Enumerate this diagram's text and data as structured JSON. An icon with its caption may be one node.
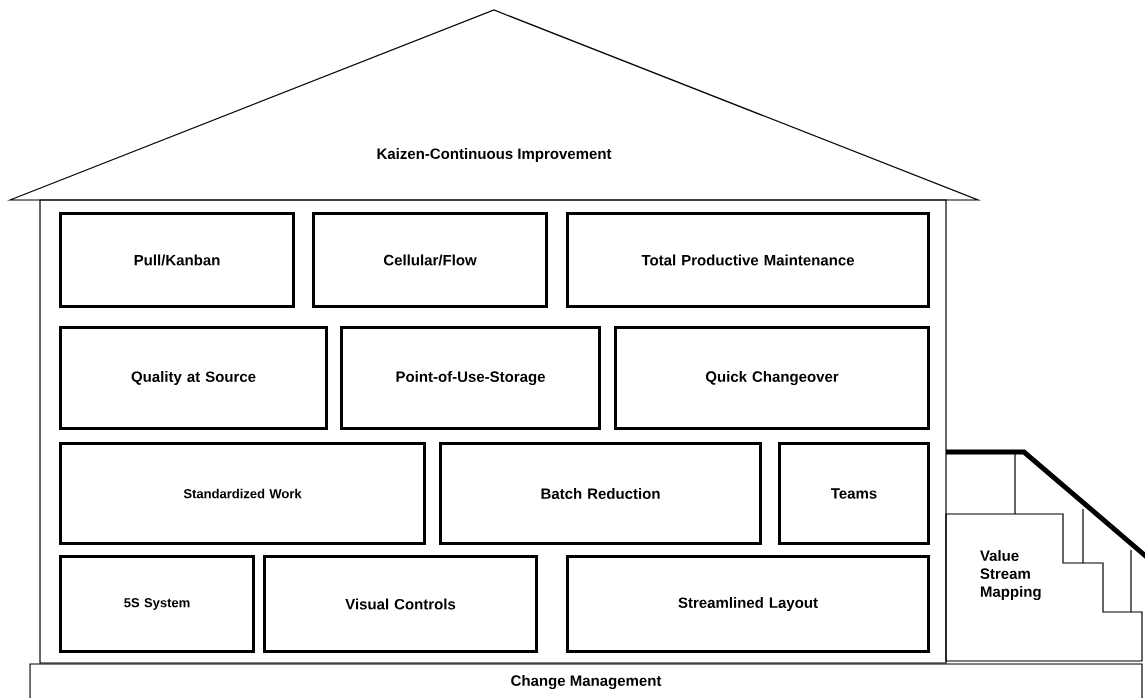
{
  "diagram": {
    "nodes": [
      {
        "text": [
          "Kaizen-Continuous Improvement"
        ]
      },
      {
        "text": [],
        "shape": "box"
      },
      {
        "text": [
          "Pull/Kanban"
        ],
        "in": 1
      },
      {
        "text": [
          "Cellular/Flow"
        ],
        "in": 1
      },
      {
        "text": [
          "Total Productive Maintenance"
        ],
        "in": 1
      },
      {
        "text": [
          "Quality at Source"
        ],
        "in": 1
      },
      {
        "text": [
          "Point-of-Use-Storage"
        ],
        "in": 1
      },
      {
        "text": [
          "Quick Changeover"
        ],
        "in": 1
      },
      {
        "text": [
          "Standardized Work"
        ],
        "in": 1
      },
      {
        "text": [
          "Batch Reduction"
        ],
        "in": 1
      },
      {
        "text": [
          "Teams"
        ],
        "in": 1
      },
      {
        "text": [
          "5S System"
        ],
        "in": 1
      },
      {
        "text": [
          "Visual Controls"
        ],
        "in": 1
      },
      {
        "text": [
          "Streamlined Layout"
        ],
        "in": 1
      },
      {
        "text": [
          "Change Management"
        ]
      },
      {
        "text": [
          "Value Stream Mapping"
        ]
      }
    ],
    "edges": []
  }
}
